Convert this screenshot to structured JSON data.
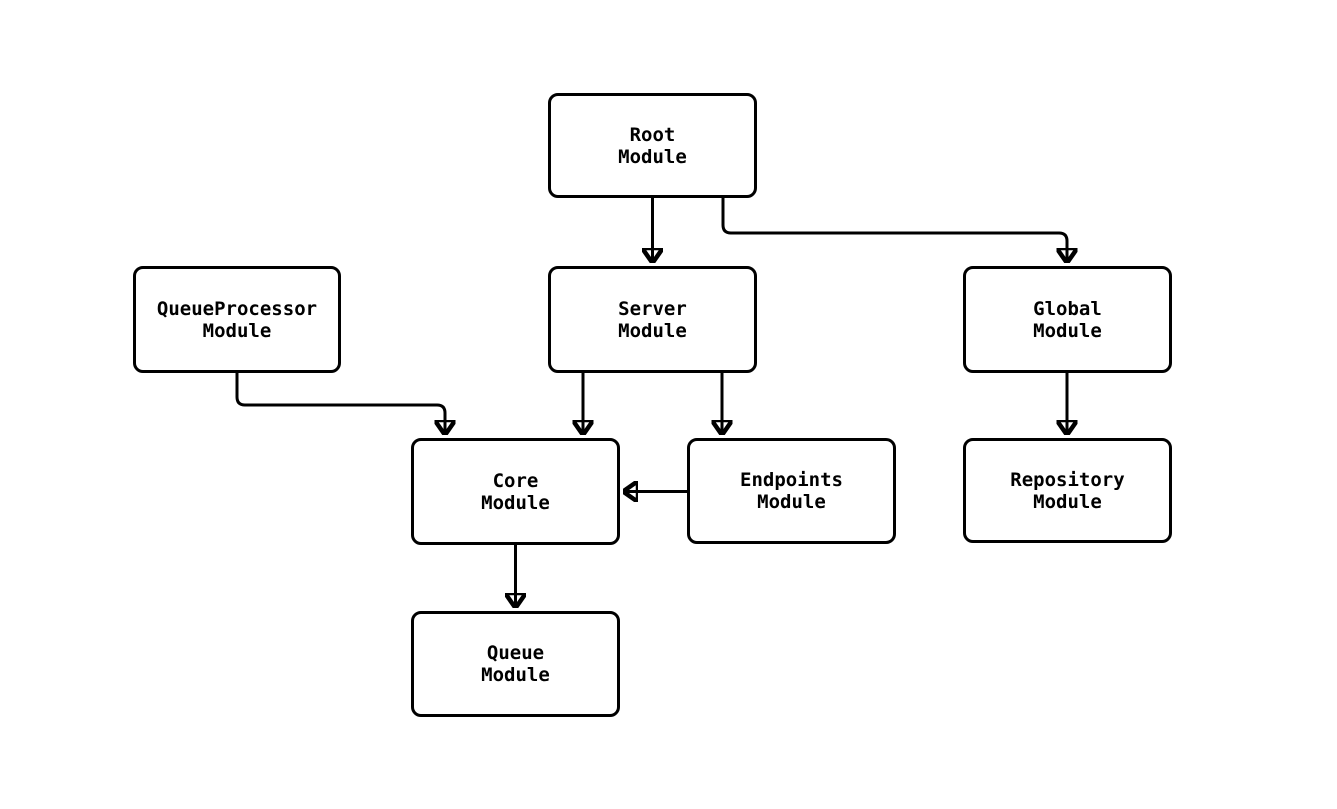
{
  "diagram": {
    "colors": {
      "background": "#ffffff",
      "line": "#000000",
      "node_fill": "#ffffff",
      "text": "#000000"
    },
    "nodes": {
      "root": {
        "line1": "Root",
        "line2": "Module"
      },
      "queueprocessor": {
        "line1": "QueueProcessor",
        "line2": "Module"
      },
      "server": {
        "line1": "Server",
        "line2": "Module"
      },
      "global": {
        "line1": "Global",
        "line2": "Module"
      },
      "core": {
        "line1": "Core",
        "line2": "Module"
      },
      "endpoints": {
        "line1": "Endpoints",
        "line2": "Module"
      },
      "repository": {
        "line1": "Repository",
        "line2": "Module"
      },
      "queue": {
        "line1": "Queue",
        "line2": "Module"
      }
    },
    "edges": [
      {
        "from": "Root Module",
        "to": "Server Module"
      },
      {
        "from": "Root Module",
        "to": "Global Module"
      },
      {
        "from": "QueueProcessor Module",
        "to": "Core Module"
      },
      {
        "from": "Server Module",
        "to": "Core Module"
      },
      {
        "from": "Server Module",
        "to": "Endpoints Module"
      },
      {
        "from": "Endpoints Module",
        "to": "Core Module"
      },
      {
        "from": "Global Module",
        "to": "Repository Module"
      },
      {
        "from": "Core Module",
        "to": "Queue Module"
      }
    ]
  }
}
